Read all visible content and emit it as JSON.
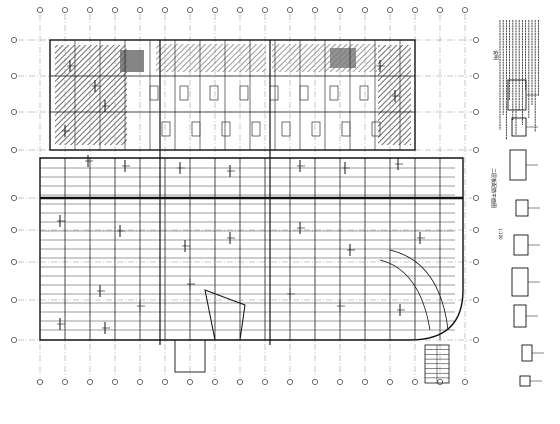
{
  "drawing": {
    "notes_heading": "说明",
    "plan_caption": "二层板配筋平面图",
    "scale_label": "1:100"
  },
  "colors": {
    "ink": "#111111",
    "grid": "#333333",
    "hatch": "#7a7a7a",
    "paper": "#ffffff"
  }
}
